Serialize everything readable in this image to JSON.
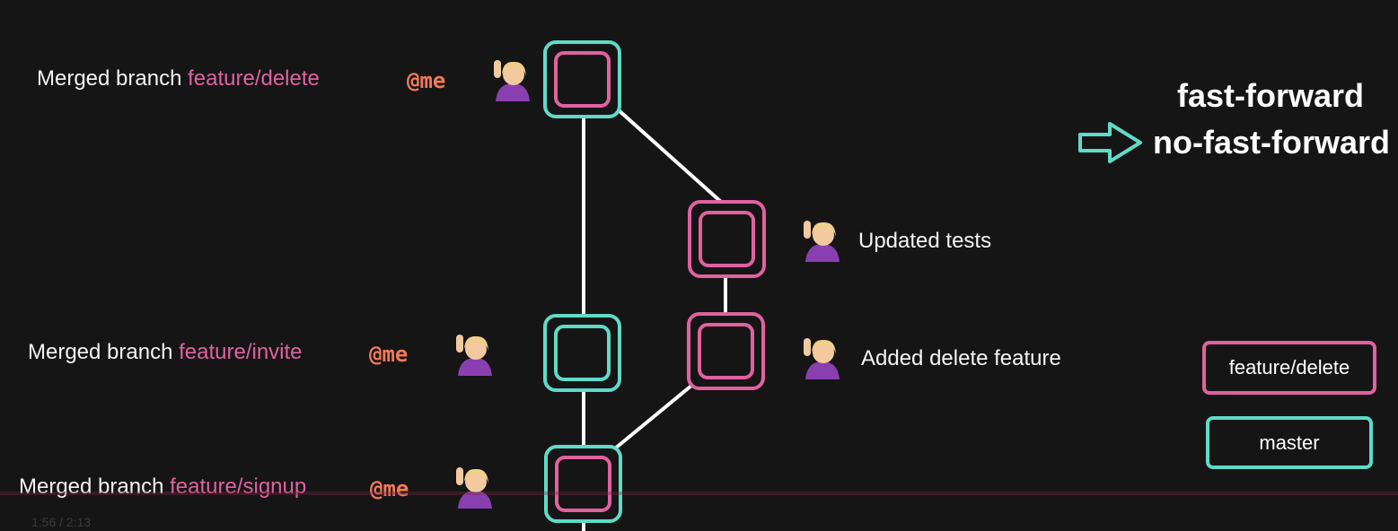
{
  "commits": [
    {
      "message": "Merged branch ",
      "branch": "feature/delete",
      "author": "@me"
    },
    {
      "message": "Merged branch ",
      "branch": "feature/invite",
      "author": "@me"
    },
    {
      "message": "Merged branch ",
      "branch": "feature/signup",
      "author": "@me"
    },
    {
      "message": "Updated tests"
    },
    {
      "message": "Added delete feature"
    }
  ],
  "modes": {
    "option_1": "fast-forward",
    "option_2": "no-fast-forward",
    "selected": "no-fast-forward"
  },
  "legend": {
    "feature": "feature/delete",
    "master": "master"
  },
  "colors": {
    "background": "#161516",
    "master": "#5fdbc8",
    "feature": "#e0629f",
    "author": "#f27a5a",
    "edge": "#ffffff"
  },
  "player": {
    "time": "1:56 / 2:13"
  }
}
